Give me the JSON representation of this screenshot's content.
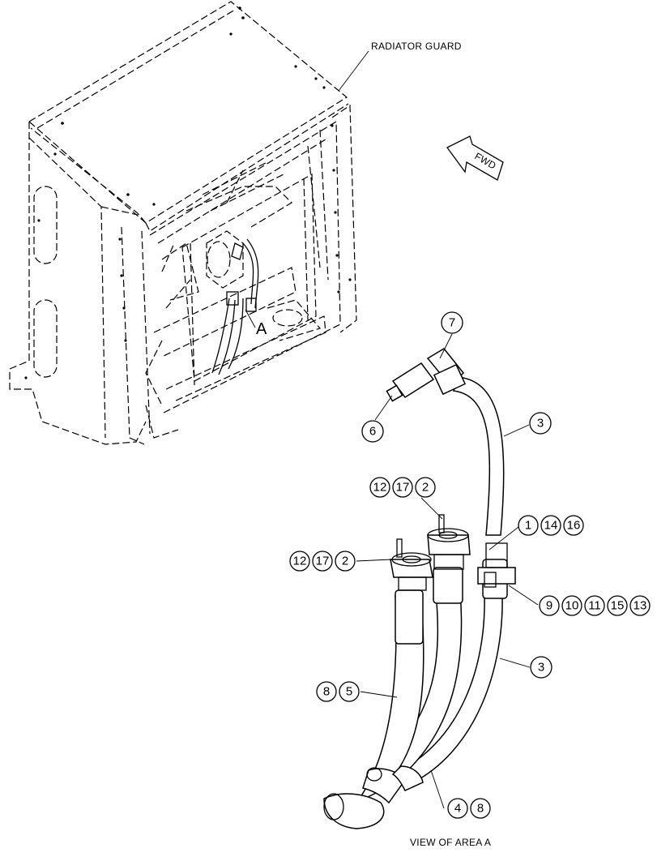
{
  "labels": {
    "radiator_guard": "RADIATOR GUARD",
    "fwd": "FWD",
    "area": "A",
    "view": "VIEW OF AREA A"
  },
  "callouts": {
    "c7": [
      "7"
    ],
    "c6": [
      "6"
    ],
    "c3_top": [
      "3"
    ],
    "c12_17_2_upper": [
      "12",
      "17",
      "2"
    ],
    "c1_14_16": [
      "1",
      "14",
      "16"
    ],
    "c12_17_2_lower": [
      "12",
      "17",
      "2"
    ],
    "c9_10_11_15_13": [
      "9",
      "10",
      "11",
      "15",
      "13"
    ],
    "c3_lower": [
      "3"
    ],
    "c8_5": [
      "8",
      "5"
    ],
    "c4_8": [
      "4",
      "8"
    ]
  }
}
